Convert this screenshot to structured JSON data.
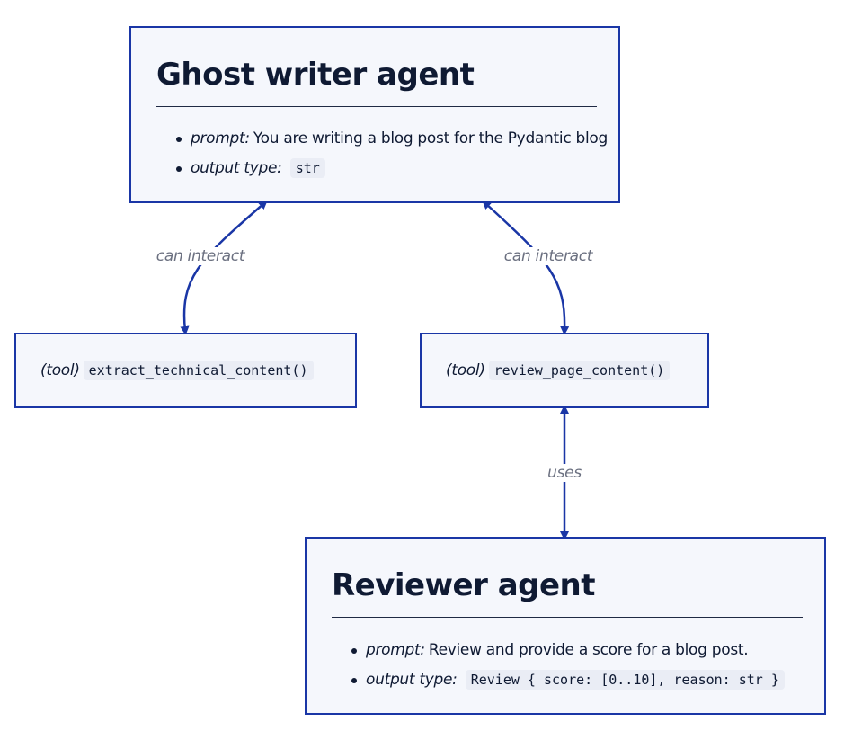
{
  "ghost_writer": {
    "title": "Ghost writer agent",
    "fields": [
      {
        "key": "prompt:",
        "value": "You are writing a blog post for the Pydantic blog"
      },
      {
        "key": "output type:",
        "code": "str"
      }
    ]
  },
  "tools": [
    {
      "prefix": "(tool)",
      "name": "extract_technical_content()"
    },
    {
      "prefix": "(tool)",
      "name": "review_page_content()"
    }
  ],
  "reviewer": {
    "title": "Reviewer agent",
    "fields": [
      {
        "key": "prompt:",
        "value": "Review and provide a score for a blog post."
      },
      {
        "key": "output type:",
        "code": "Review { score: [0..10], reason: str }"
      }
    ]
  },
  "edges": {
    "ghost_to_extract": "can interact",
    "ghost_to_review": "can interact",
    "review_to_reviewer": "uses"
  },
  "colors": {
    "border": "#1a36a6",
    "arrow": "#1a36a6",
    "node_fill": "#f5f7fc",
    "code_fill": "#eaedf5",
    "edge_label": "#6b7080"
  }
}
